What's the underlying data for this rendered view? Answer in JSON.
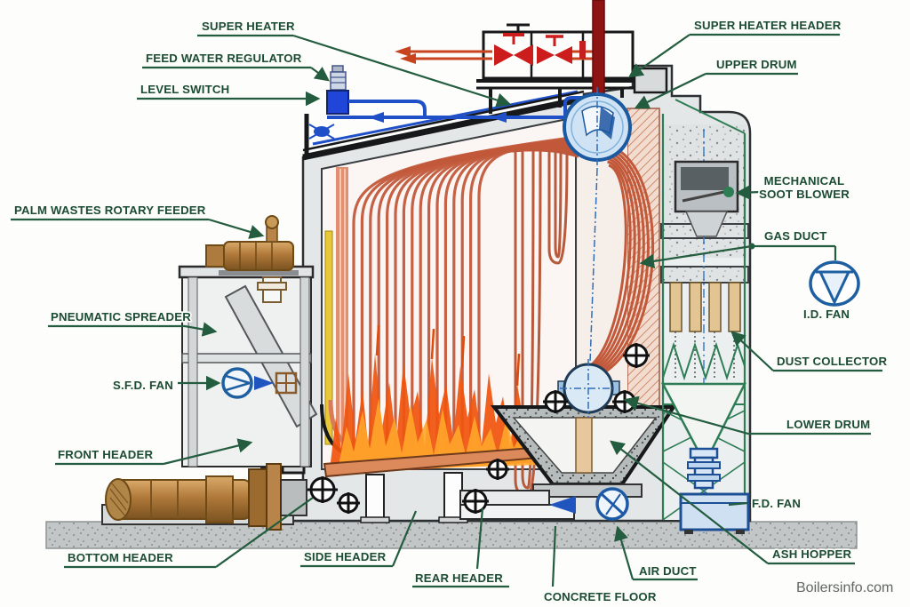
{
  "watermark": "Boilersinfo.com",
  "colors": {
    "label_text": "#1c4c35",
    "leader_line": "#235c3e",
    "copper_tube": "#c2593a",
    "flame_outer": "#f0540e",
    "flame_inner": "#ffa62b",
    "water_blue": "#2050c8",
    "drum_fill": "#cfe3f4",
    "drum_stroke": "#1b5aa0",
    "steam_red": "#c42020",
    "main_steam_pipe": "#8e1414",
    "structure_green": "#2e7d54",
    "bronze": "#b0793a",
    "casing_gray": "#e4e7e8",
    "concrete_gray": "#c2c6c7"
  },
  "labels": {
    "super_heater": "SUPER HEATER",
    "feed_water_regulator": "FEED WATER REGULATOR",
    "level_switch": "LEVEL SWITCH",
    "super_heater_header": "SUPER HEATER HEADER",
    "upper_drum": "UPPER DRUM",
    "mechanical_soot_blower_line1": "MECHANICAL",
    "mechanical_soot_blower_line2": "SOOT BLOWER",
    "gas_duct": "GAS DUCT",
    "id_fan": "I.D. FAN",
    "dust_collector": "DUST COLLECTOR",
    "lower_drum": "LOWER DRUM",
    "fd_fan": "F.D. FAN",
    "ash_hopper": "ASH HOPPER",
    "air_duct": "AIR DUCT",
    "concrete_floor": "CONCRETE FLOOR",
    "rear_header": "REAR HEADER",
    "side_header": "SIDE HEADER",
    "bottom_header": "BOTTOM HEADER",
    "front_header": "FRONT HEADER",
    "sfd_fan": "S.F.D. FAN",
    "pneumatic_spreader": "PNEUMATIC SPREADER",
    "palm_wastes_rotary_feeder": "PALM WASTES ROTARY FEEDER"
  }
}
